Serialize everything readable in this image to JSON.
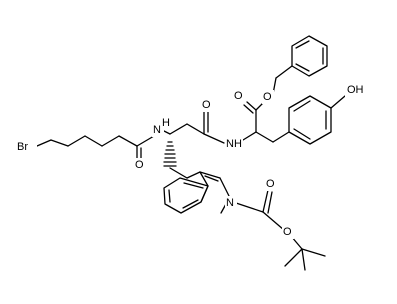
{
  "colors": {
    "bond": "#000000",
    "background": "#ffffff"
  },
  "labels": {
    "br": "Br",
    "amide1_o": "O",
    "amide1_nh": "N",
    "amide1_h": "H",
    "amide2_o": "O",
    "amide2_nh": "N",
    "amide2_h": "H",
    "ester_o_carbonyl": "O",
    "ester_o": "O",
    "phenol_oh": "OH",
    "indole_n": "N",
    "boc_o_carbonyl": "O",
    "boc_o": "O"
  }
}
